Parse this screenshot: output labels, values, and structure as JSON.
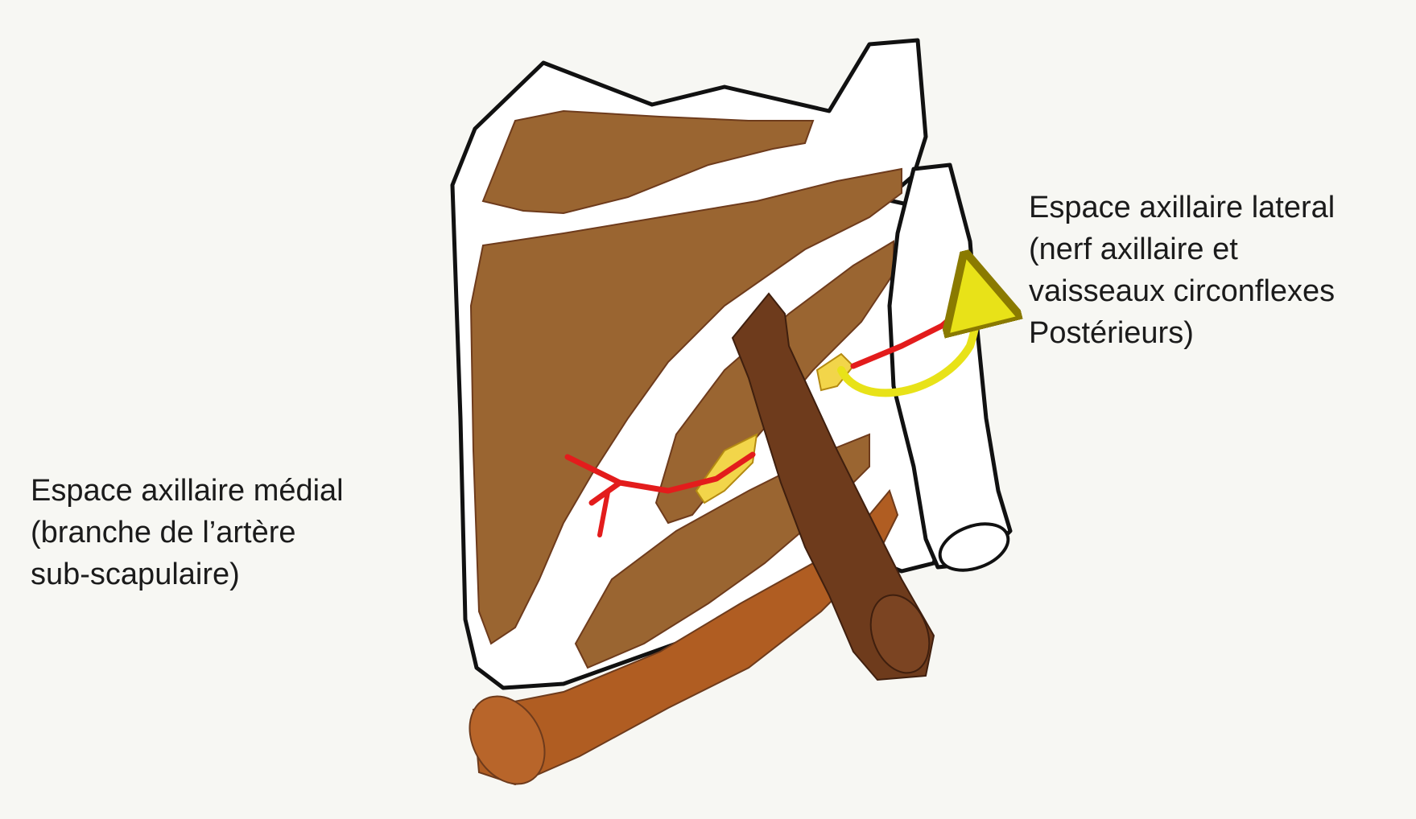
{
  "labels": {
    "lateral": {
      "line1": "Espace axillaire lateral",
      "line2": "(nerf axillaire et",
      "line3": "vaisseaux circonflexes",
      "line4": "Postérieurs)"
    },
    "medial": {
      "line1": "Espace axillaire médial",
      "line2": "(branche de l’artère",
      "line3": "sub-scapulaire)"
    }
  },
  "colors": {
    "background": "#f7f7f3",
    "bone": "#ffffff",
    "outline": "#111111",
    "muscle": "#9a6531",
    "muscle_dark": "#6e3b1c",
    "muscle_orange": "#b05d22",
    "artery": "#e31c1c",
    "space_highlight": "#f2d54a",
    "arrow": "#e8e218"
  }
}
